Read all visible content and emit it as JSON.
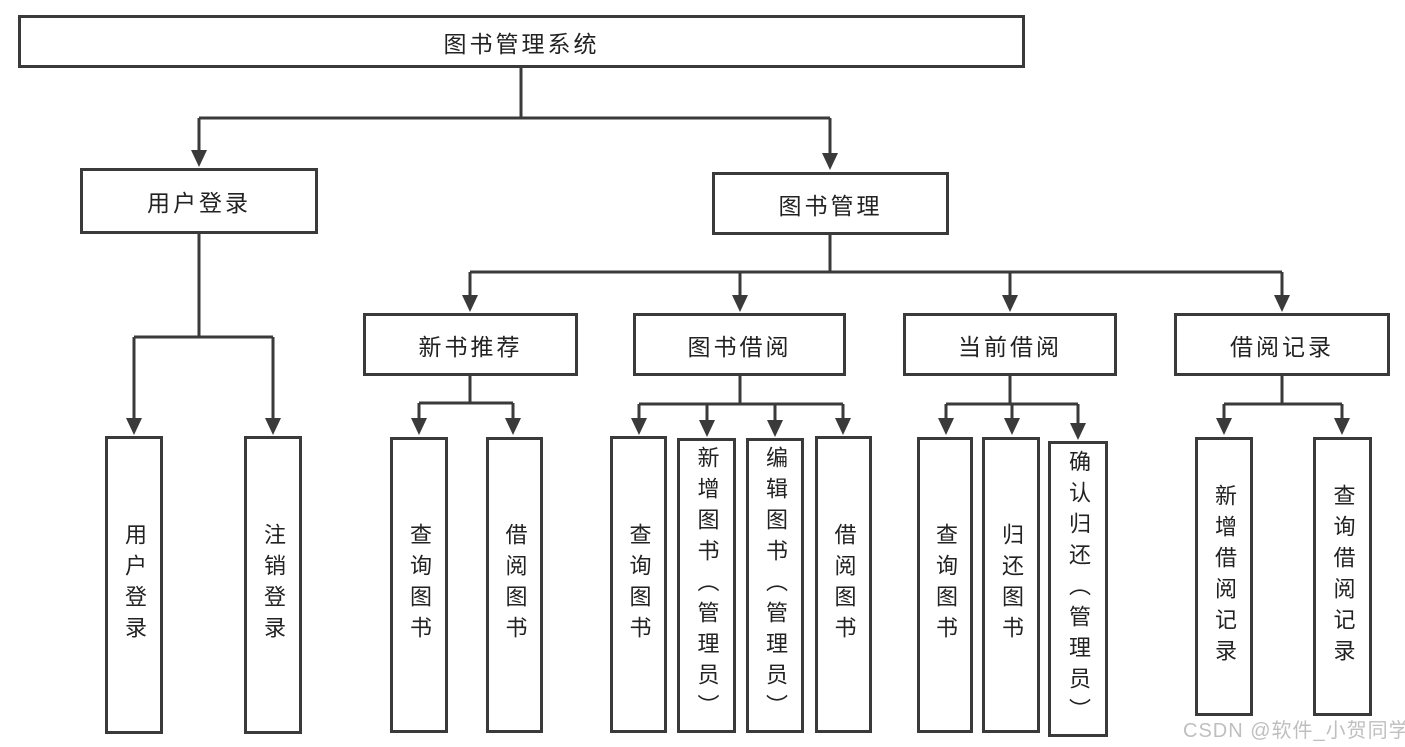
{
  "nodes": {
    "root": "图书管理系统",
    "user_login": "用户登录",
    "book_mgmt": "图书管理",
    "new_book_rec": "新书推荐",
    "book_borrow": "图书借阅",
    "current_borrow": "当前借阅",
    "borrow_records": "借阅记录",
    "leaf_user_login": "用户登录",
    "leaf_logout": "注销登录",
    "leaf_nb_query": "查询图书",
    "leaf_nb_borrow": "借阅图书",
    "leaf_bb_query": "查询图书",
    "leaf_bb_add": "新增图书（管理员）",
    "leaf_bb_edit": "编辑图书（管理员）",
    "leaf_bb_borrow": "借阅图书",
    "leaf_cb_query": "查询图书",
    "leaf_cb_return": "归还图书",
    "leaf_cb_confirm": "确认归还（管理员）",
    "leaf_br_add": "新增借阅记录",
    "leaf_br_query": "查询借阅记录"
  },
  "watermark": "CSDN @软件_小贺同学",
  "colors": {
    "line": "#3a3a3a",
    "text": "#222222",
    "background": "#ffffff",
    "watermark": "#b9b9b9"
  }
}
